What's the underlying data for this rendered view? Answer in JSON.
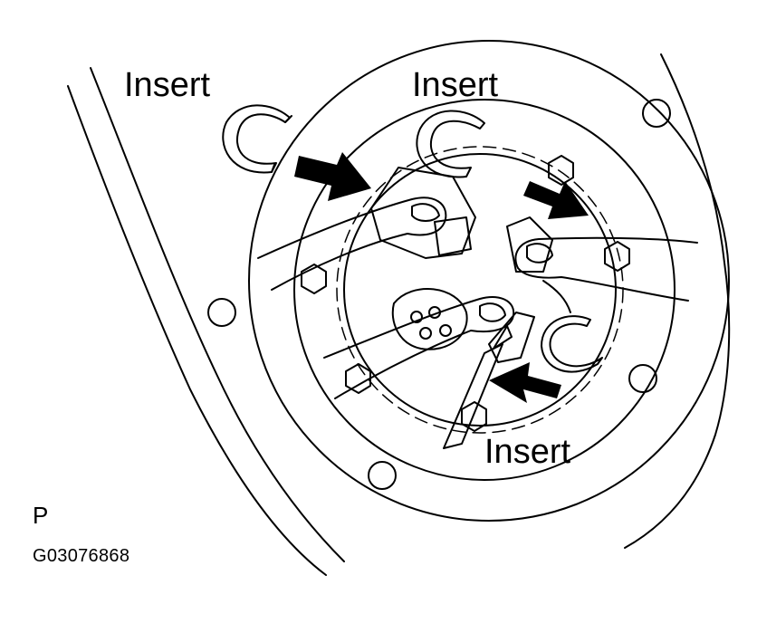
{
  "labels": {
    "insert_top_left": "Insert",
    "insert_top_center": "Insert",
    "insert_bottom": "Insert",
    "page_letter": "P",
    "figure_code": "G03076868"
  },
  "colors": {
    "line": "#000000",
    "background": "#ffffff"
  }
}
